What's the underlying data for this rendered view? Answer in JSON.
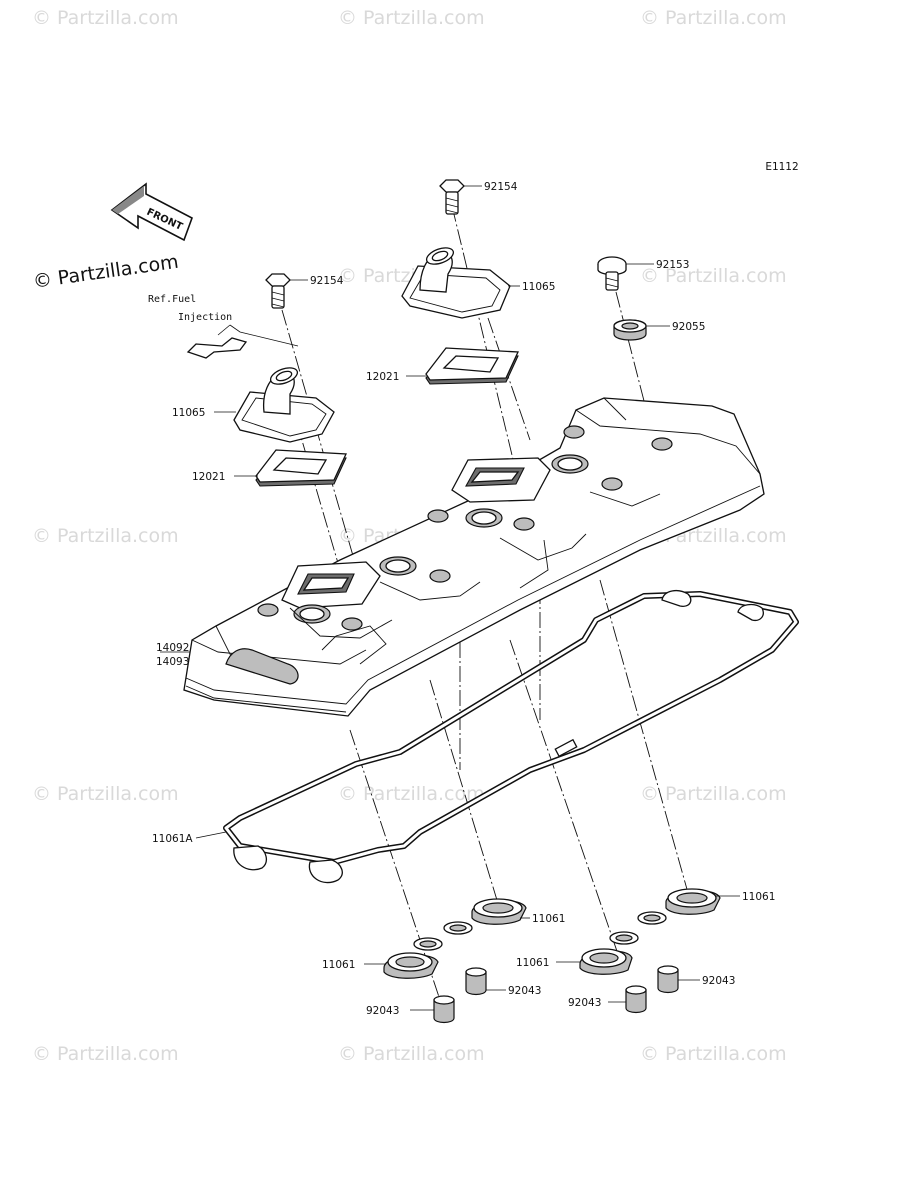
{
  "diagram": {
    "code": "E1112",
    "front_arrow_label": "FRONT",
    "brand_mark": "© Partzilla.com",
    "watermark": "© Partzilla.com",
    "reference_note_line1": "Ref.Fuel",
    "reference_note_line2": "Injection"
  },
  "part_labels": {
    "bolt_top": "92154",
    "bolt_left": "92154",
    "breather_cover_right": "11065",
    "breather_cover_left": "11065",
    "plate_right": "12021",
    "plate_left": "12021",
    "bolt_washer": "92153",
    "grommet": "92055",
    "head_cover_a": "14092",
    "head_cover_b": "14093",
    "gasket_main": "11061A",
    "gasket_plug_1": "11061",
    "gasket_plug_2": "11061",
    "gasket_plug_3": "11061",
    "gasket_plug_4": "11061",
    "dowel_1": "92043",
    "dowel_2": "92043",
    "dowel_3": "92043",
    "dowel_4": "92043"
  }
}
